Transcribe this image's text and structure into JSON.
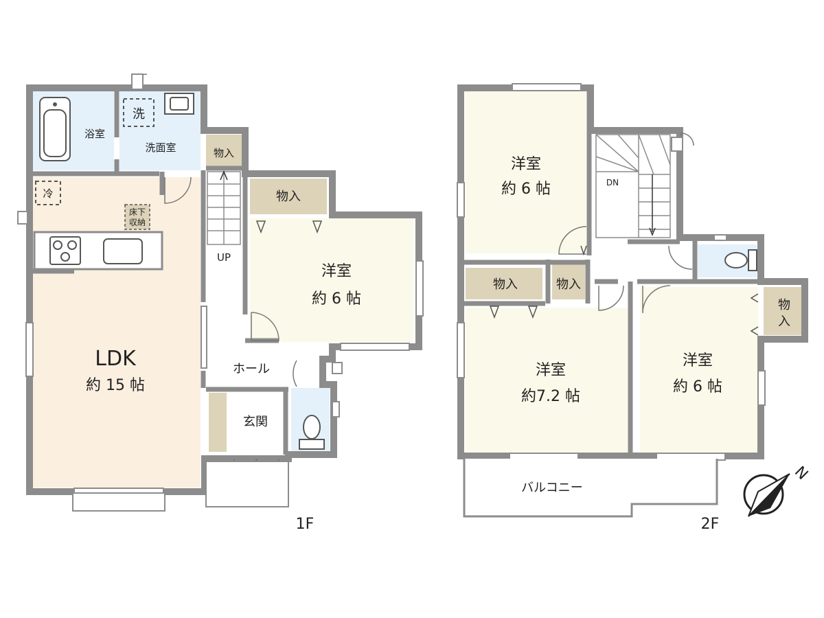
{
  "floors": {
    "first": {
      "label": "1F"
    },
    "second": {
      "label": "2F"
    }
  },
  "rooms_1f": {
    "bath": "浴室",
    "washroom": "洗面室",
    "washer": "洗",
    "fridge": "冷",
    "closet_stair": "物入",
    "closet_room": "物入",
    "underfloor_line1": "床下",
    "underfloor_line2": "収納",
    "ldk_name": "LDK",
    "ldk_size": "約 15 帖",
    "western_name": "洋室",
    "western_size": "約 6 帖",
    "hall": "ホール",
    "entrance": "玄関",
    "stair_up": "UP"
  },
  "rooms_2f": {
    "room_a_name": "洋室",
    "room_a_size": "約 6 帖",
    "room_b_name": "洋室",
    "room_b_size": "約7.2 帖",
    "room_c_name": "洋室",
    "room_c_size": "約 6 帖",
    "closet_b": "物入",
    "closet_small": "物入",
    "closet_c_line1": "物",
    "closet_c_line2": "入",
    "stair_down": "DN",
    "balcony": "バルコニー"
  },
  "compass": {
    "north": "N"
  },
  "colors": {
    "wall": "#8c8c8c",
    "wall_dark": "#6e6e6e",
    "ldk_floor": "#fbefe0",
    "room_floor": "#fbf9e9",
    "wet_floor": "#e4f1fa",
    "closet_floor": "#dcd3b8",
    "hall_floor": "#ffffff"
  }
}
